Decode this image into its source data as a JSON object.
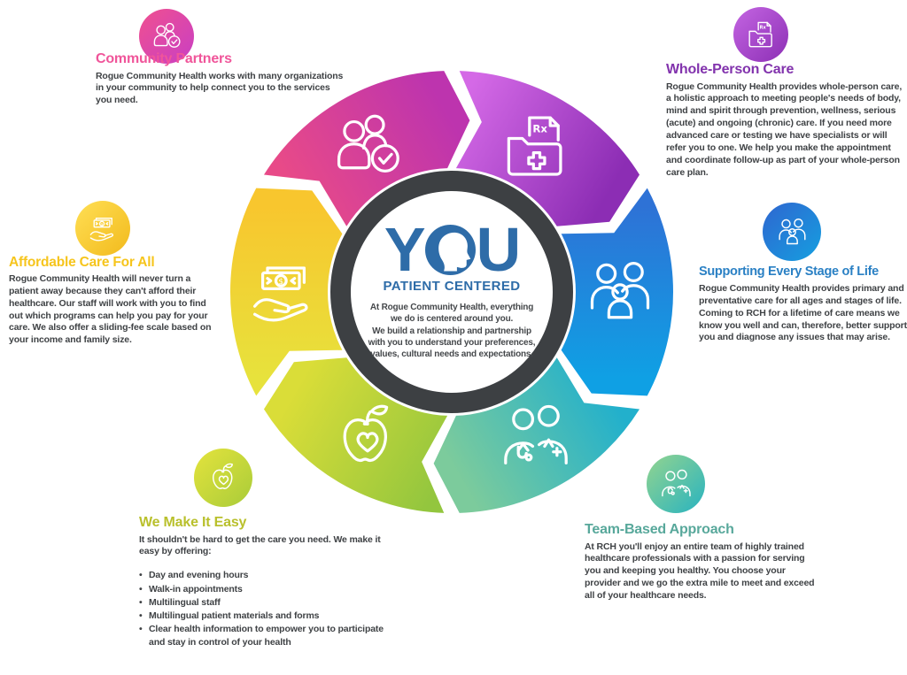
{
  "background": "#ffffff",
  "center": {
    "word_left": "Y",
    "word_right": "U",
    "word": "YOU",
    "subtitle": "PATIENT CENTERED",
    "body": "At Rogue Community Health, everything\nwe do is centered around you.\nWe build a relationship and partnership\nwith you to understand your preferences,\nvalues, cultural needs and expectations.",
    "accent": "#2e6ca8",
    "ring_color": "#3d4043",
    "head_icon": "head-profile-icon"
  },
  "sections": {
    "community": {
      "title": "Community Partners",
      "body": "Rogue Community Health works with many organizations in your community to help connect you to the services you need.",
      "accent": "#f0559a",
      "badge_from": "#f0508f",
      "badge_to": "#c93fc4",
      "icon": "people-check-icon"
    },
    "whole": {
      "title": "Whole-Person Care",
      "body": "Rogue Community Health provides whole-person care, a holistic approach to meeting people's needs of body, mind and spirit through prevention, wellness, serious (acute) and ongoing (chronic) care. If you need more advanced care or testing we have specialists or will refer you to one. We help you make the appointment and coordinate follow-up as part of your whole-person care plan.",
      "accent": "#8233ad",
      "badge_from": "#c465e2",
      "badge_to": "#8c2fb5",
      "icon": "rx-folder-icon"
    },
    "stage": {
      "title": "Supporting Every Stage of Life",
      "body": "Rogue Community Health provides primary and preventative care for all ages and stages of life. Coming to RCH for a lifetime of care means we know you well and can, therefore, better support you and diagnose any issues that may arise.",
      "accent": "#2a80c4",
      "badge_from": "#2f66d0",
      "badge_to": "#159fe0",
      "icon": "family-icon"
    },
    "team": {
      "title": "Team-Based Approach",
      "body": "At RCH you'll enjoy an entire team of highly trained healthcare professionals with a passion for serving you and keeping you healthy. You choose your provider and we go the extra mile to meet and exceed all of your healthcare needs.",
      "accent": "#58a89b",
      "badge_from": "#93d48f",
      "badge_to": "#28b3c0",
      "icon": "doctors-icon"
    },
    "easy": {
      "title": "We Make It Easy",
      "intro": "It shouldn't be hard to get the care you need. We make it easy by offering:",
      "bullets": [
        "Day and evening hours",
        "Walk-in appointments",
        "Multilingual staff",
        "Multilingual patient materials and forms",
        "Clear health information to empower you to participate and stay in control of your health"
      ],
      "accent": "#b9c02c",
      "badge_from": "#e4e33c",
      "badge_to": "#a9cc3a",
      "icon": "apple-heart-icon"
    },
    "affordable": {
      "title": "Affordable Care For All",
      "body": "Rogue Community Health will never turn a patient away because they can't afford their healthcare. Our staff will work with you to find out which programs can help you pay for your care. We also offer a sliding-fee scale based on your income and family size.",
      "accent": "#f6c51d",
      "badge_from": "#ffdf55",
      "badge_to": "#f2ba1c",
      "icon": "money-hand-icon"
    }
  },
  "wheel": {
    "outer_r": 250,
    "inner_r": 140,
    "icon_r": 190,
    "tip": 8,
    "gap": 2,
    "segments": [
      {
        "id": "community",
        "start": 300,
        "end": 360,
        "icon": "icon-people-check",
        "from": "#e84a88",
        "to": "#bd34ae"
      },
      {
        "id": "whole",
        "start": 0,
        "end": 60,
        "icon": "icon-rx-folder",
        "from": "#d469e6",
        "to": "#8c2db4"
      },
      {
        "id": "stage",
        "start": 60,
        "end": 120,
        "icon": "icon-family",
        "from": "#2e72d6",
        "to": "#0fa0e4"
      },
      {
        "id": "team",
        "start": 120,
        "end": 180,
        "icon": "icon-doctors",
        "from": "#22b0cc",
        "to": "#7ccb9c"
      },
      {
        "id": "easy",
        "start": 180,
        "end": 240,
        "icon": "icon-apple-heart",
        "from": "#93c63e",
        "to": "#dadd38"
      },
      {
        "id": "affordable",
        "start": 240,
        "end": 300,
        "icon": "icon-money-hand",
        "from": "#e7e23c",
        "to": "#f8c62e"
      }
    ]
  }
}
